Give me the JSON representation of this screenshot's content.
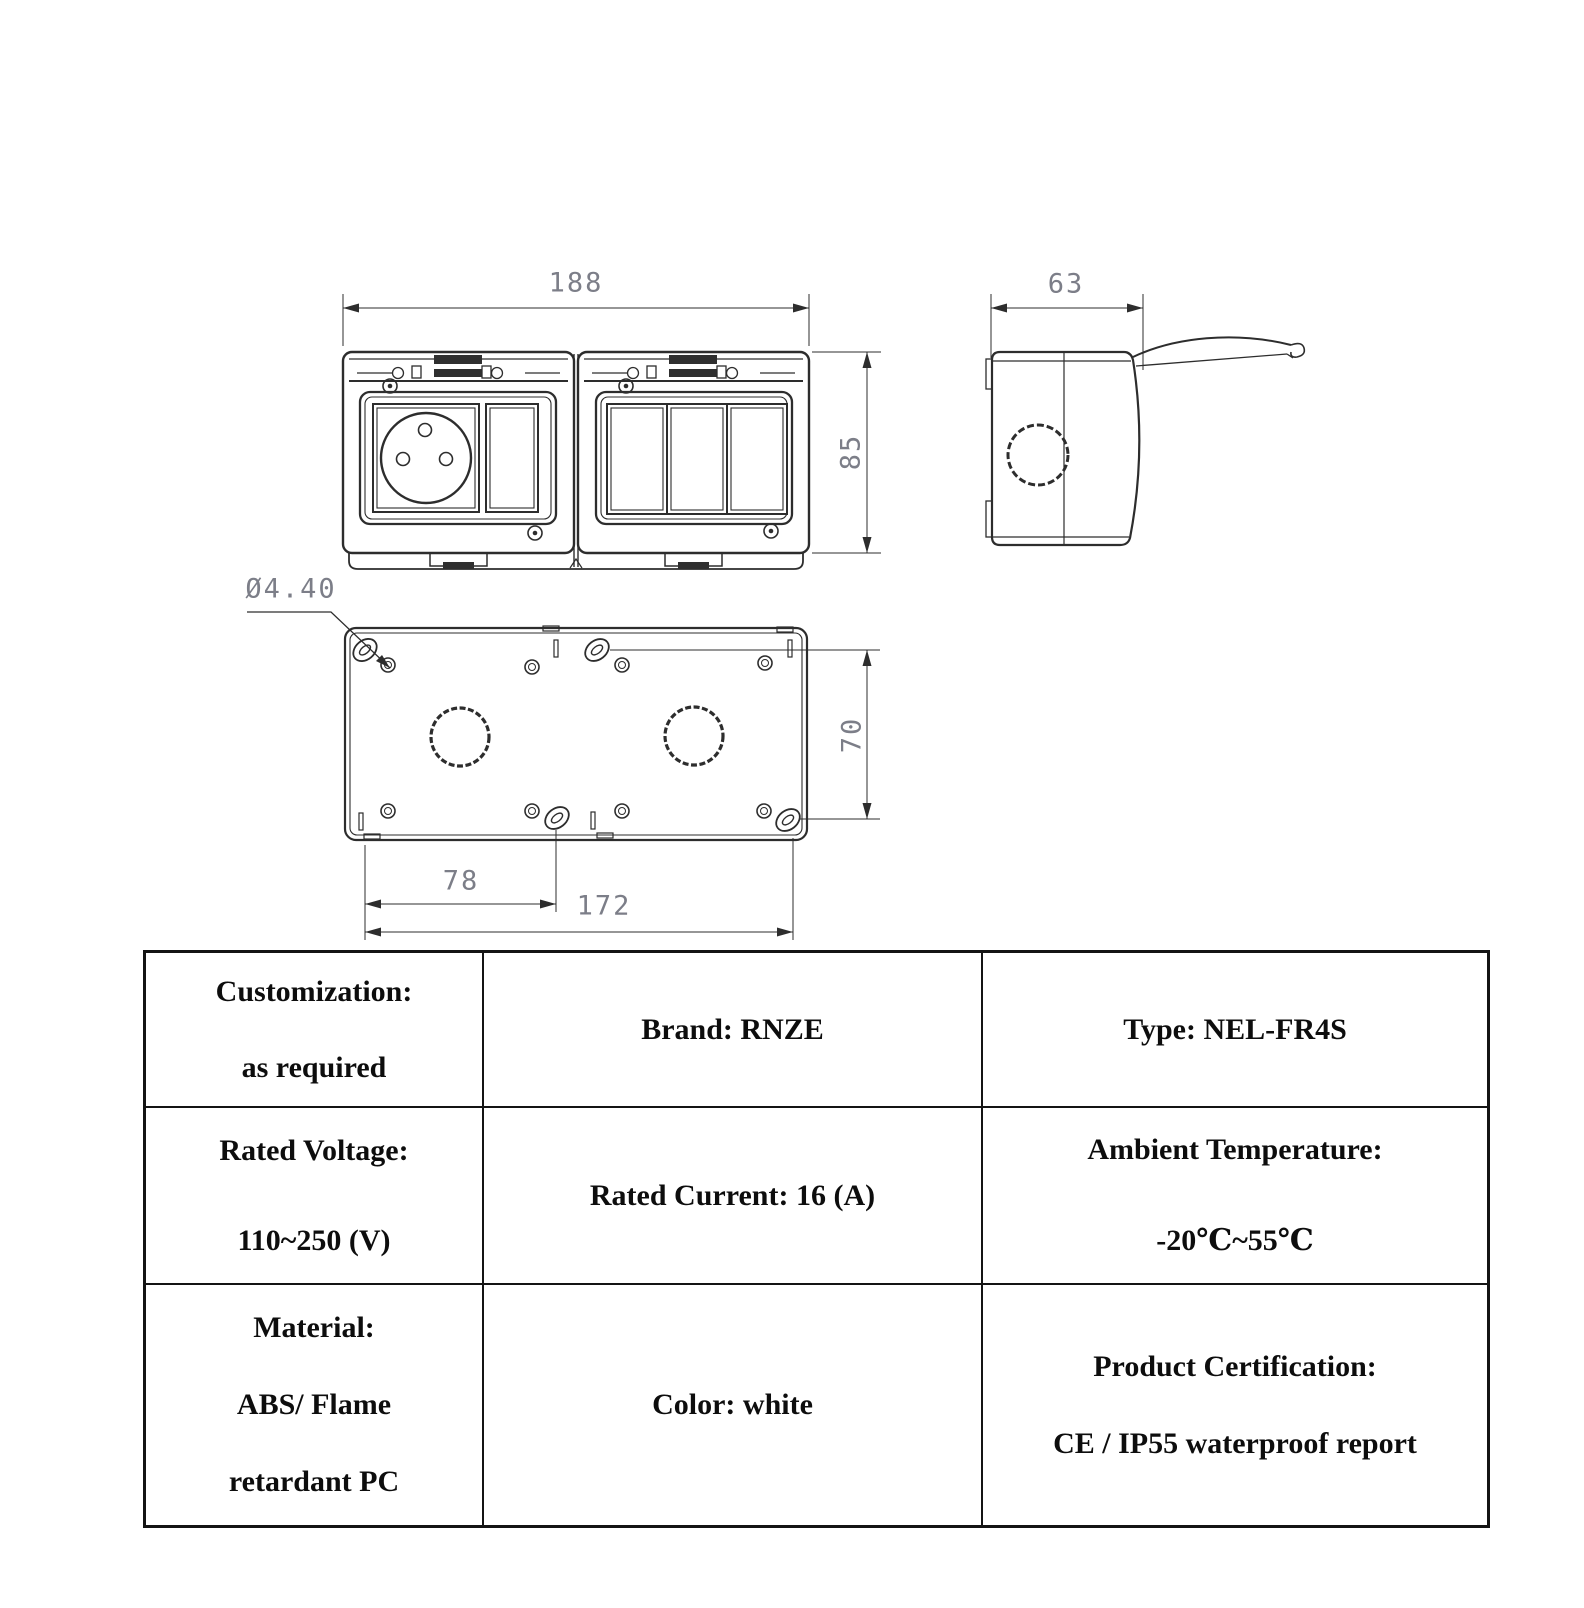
{
  "document": {
    "kind": "Product specification drawing",
    "product": "RNZE NEL-FR4S waterproof socket and switch box"
  },
  "drawing": {
    "front_view": {
      "width": "188",
      "height": "85"
    },
    "side_view": {
      "depth": "63"
    },
    "back_view": {
      "mount_hole_diameter": "Ø4.40",
      "hole_spacing_vertical": "70",
      "hole_spacing_left": "78",
      "hole_spacing_full": "172"
    }
  },
  "spec_table": {
    "rows": [
      {
        "cells": [
          {
            "lines": [
              "Customization:",
              "as required"
            ]
          },
          {
            "lines": [
              "Brand: RNZE"
            ]
          },
          {
            "lines": [
              "Type: NEL-FR4S"
            ]
          }
        ]
      },
      {
        "cells": [
          {
            "lines": [
              "Rated Voltage:",
              "110~250 (V)"
            ]
          },
          {
            "lines": [
              "Rated Current: 16 (A)"
            ]
          },
          {
            "lines": [
              "Ambient Temperature:",
              "-20℃~55℃"
            ]
          }
        ]
      },
      {
        "cells": [
          {
            "lines": [
              "Material:",
              "ABS/ Flame",
              "retardant PC"
            ]
          },
          {
            "lines": [
              "Color: white"
            ]
          },
          {
            "lines": [
              "Product Certification:",
              "CE / IP55 waterproof report"
            ]
          }
        ]
      }
    ]
  }
}
